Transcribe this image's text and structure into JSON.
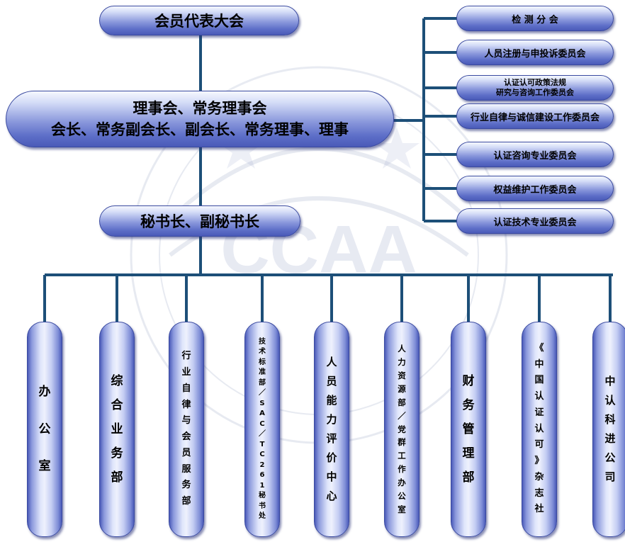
{
  "top_box": "会员代表大会",
  "council": {
    "line1": "理事会、常务理事会",
    "line2": "会长、常务副会长、副会长、常务理事、理事"
  },
  "secretary": "秘书长、副秘书长",
  "committees": [
    "检 测 分 会",
    "人员注册与申投诉委员会",
    "认证认可政策法规|研究与咨询工作委员会",
    "行业自律与诚信建设工作委员会",
    "认证咨询专业委员会",
    "权益维护工作委员会",
    "认证技术专业委员会"
  ],
  "departments": [
    "办公室",
    "综合业务部",
    "行业自律与会员服务部",
    "技术标准部／SAC／TC261秘书处",
    "人员能力评价中心",
    "人力资源部／党群工作办公室",
    "财务管理部",
    "《中国认证认可》杂志社",
    "中认科进公司"
  ],
  "watermark": "CCAA",
  "colors": {
    "line": "#1d4f78",
    "pill_dark": "#4a5ab8",
    "pill_light": "#eef1fd"
  }
}
